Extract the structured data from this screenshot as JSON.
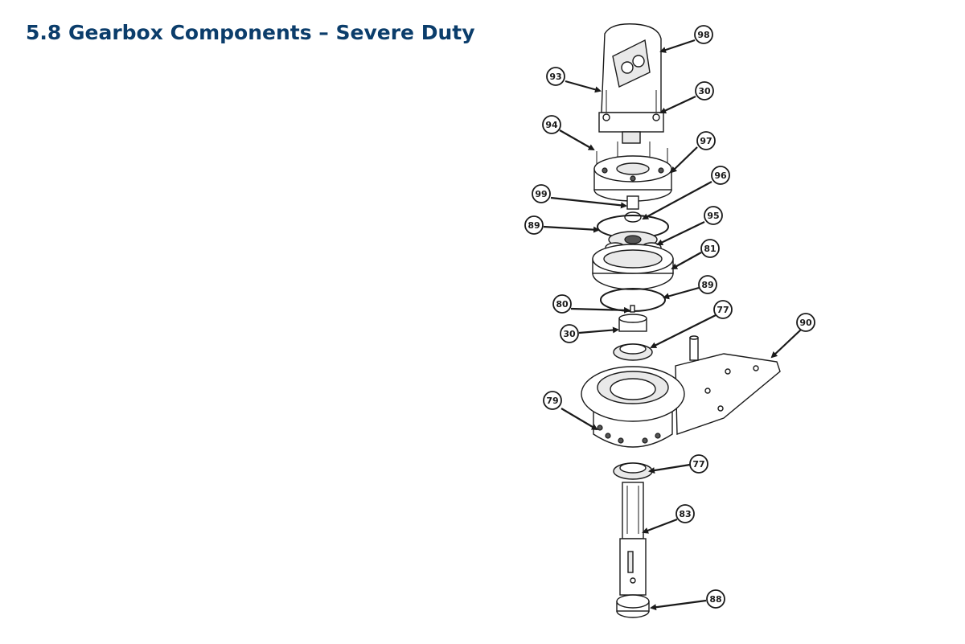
{
  "heading": {
    "title": "5.8 Gearbox Components – Severe Duty",
    "color": "#0b3d6b"
  },
  "diagram": {
    "callouts": [
      {
        "id": "c98",
        "label": "98"
      },
      {
        "id": "c93",
        "label": "93"
      },
      {
        "id": "c30a",
        "label": "30"
      },
      {
        "id": "c94",
        "label": "94"
      },
      {
        "id": "c97",
        "label": "97"
      },
      {
        "id": "c96",
        "label": "96"
      },
      {
        "id": "c99",
        "label": "99"
      },
      {
        "id": "c95",
        "label": "95"
      },
      {
        "id": "c89a",
        "label": "89"
      },
      {
        "id": "c81",
        "label": "81"
      },
      {
        "id": "c89b",
        "label": "89"
      },
      {
        "id": "c80",
        "label": "80"
      },
      {
        "id": "c77a",
        "label": "77"
      },
      {
        "id": "c30b",
        "label": "30"
      },
      {
        "id": "c90",
        "label": "90"
      },
      {
        "id": "c79",
        "label": "79"
      },
      {
        "id": "c77b",
        "label": "77"
      },
      {
        "id": "c83",
        "label": "83"
      },
      {
        "id": "c88",
        "label": "88"
      }
    ]
  }
}
